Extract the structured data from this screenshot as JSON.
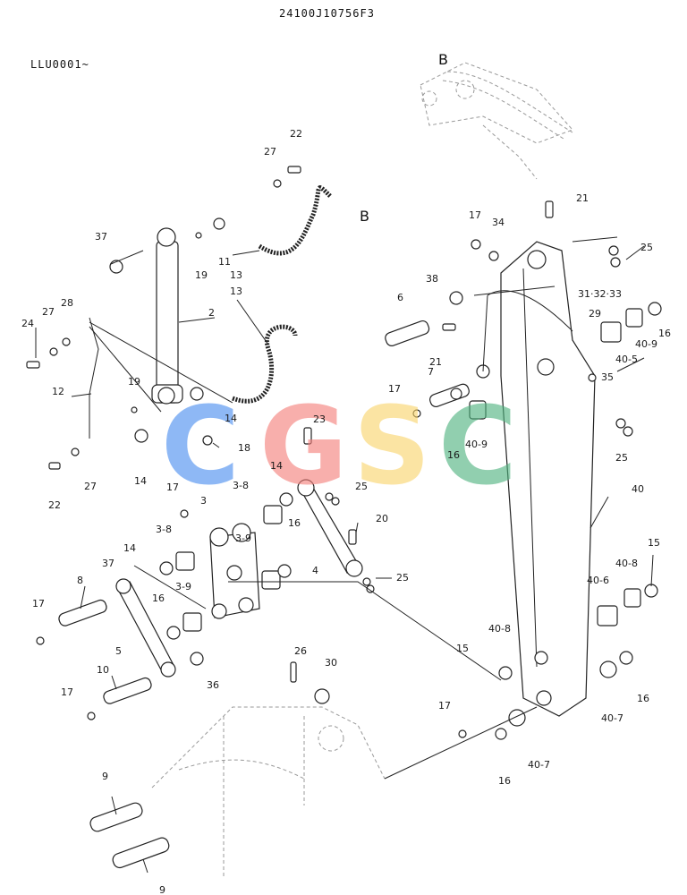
{
  "header": {
    "part_number": "24100J10756F3",
    "serial_range": "LLU0001~"
  },
  "view_refs": {
    "b_top": "B",
    "b_mid": "B"
  },
  "watermark": {
    "letters": [
      "C",
      "G",
      "S",
      "C"
    ],
    "colors": [
      "#4a8ef0",
      "#f47f7a",
      "#f9d46b",
      "#4fb37f"
    ]
  },
  "callouts": {
    "c22a": "22",
    "c27a": "27",
    "c37a": "37",
    "c11": "11",
    "c19a": "19",
    "c13a": "13",
    "c2": "2",
    "c13b": "13",
    "c24": "24",
    "c27b": "27",
    "c28": "28",
    "c12": "12",
    "c19b": "19",
    "c14a": "14",
    "c18": "18",
    "c14b": "14",
    "c22b": "22",
    "c27c": "27",
    "c23": "23",
    "c14c": "14",
    "c25a": "25",
    "c38-8a": "3-8",
    "c17a": "17",
    "c3": "3",
    "c3-8b": "3-8",
    "c3-9a": "3-9",
    "c16a": "16",
    "c20": "20",
    "c4": "4",
    "c14d": "14",
    "c37b": "37",
    "c3-9b": "3-9",
    "c25b": "25",
    "c8": "8",
    "c17b": "17",
    "c16b": "16",
    "c5": "5",
    "c10": "10",
    "c36": "36",
    "c26": "26",
    "c30": "30",
    "c17c": "17",
    "c9a": "9",
    "c9b": "9",
    "c17d": "17",
    "c34": "34",
    "c21a": "21",
    "c25c": "25",
    "c38": "38",
    "c6": "6",
    "c31": "31·32·33",
    "c29": "29",
    "c16c": "16",
    "c40-9a": "40-9",
    "c40-5": "40-5",
    "c21b": "21",
    "c7": "7",
    "c17e": "17",
    "c35": "35",
    "c16d": "16",
    "c40-9b": "40-9",
    "c25d": "25",
    "c40": "40",
    "c15a": "15",
    "c40-8a": "40-8",
    "c40-6": "40-6",
    "c40-8b": "40-8",
    "c15b": "15",
    "c16e": "16",
    "c40-7a": "40-7",
    "c40-7b": "40-7",
    "c16f": "16",
    "c17f": "17"
  }
}
